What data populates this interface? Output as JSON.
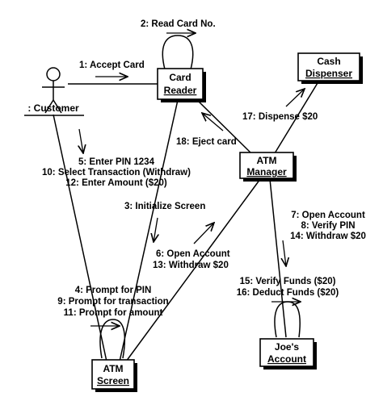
{
  "objects": {
    "customer": {
      "name": ": Customer"
    },
    "card_reader": {
      "line1": "Card",
      "line2": "Reader"
    },
    "cash_dispenser": {
      "line1": "Cash",
      "line2": "Dispenser"
    },
    "atm_manager": {
      "line1": "ATM",
      "line2": "Manager"
    },
    "atm_screen": {
      "line1": "ATM",
      "line2": "Screen"
    },
    "joes_account": {
      "line1": "Joe's",
      "line2": "Account"
    }
  },
  "messages": {
    "m1": "1: Accept Card",
    "m2": "2: Read Card No.",
    "m3": "3: Initialize Screen",
    "m4": "4: Prompt for PIN",
    "m5": "5: Enter PIN 1234",
    "m6": "6: Open Account",
    "m7": "7: Open Account",
    "m8": "8: Verify PIN",
    "m9": "9: Prompt for transaction",
    "m10": "10: Select Transaction (Withdraw)",
    "m11": "11: Prompt for amount",
    "m12": "12: Enter Amount ($20)",
    "m13": "13: Withdraw $20",
    "m14": "14: Withdraw $20",
    "m15": "15: Verify Funds ($20)",
    "m16": "16: Deduct Funds ($20)",
    "m17": "17: Dispense $20",
    "m18": "18: Eject card"
  }
}
